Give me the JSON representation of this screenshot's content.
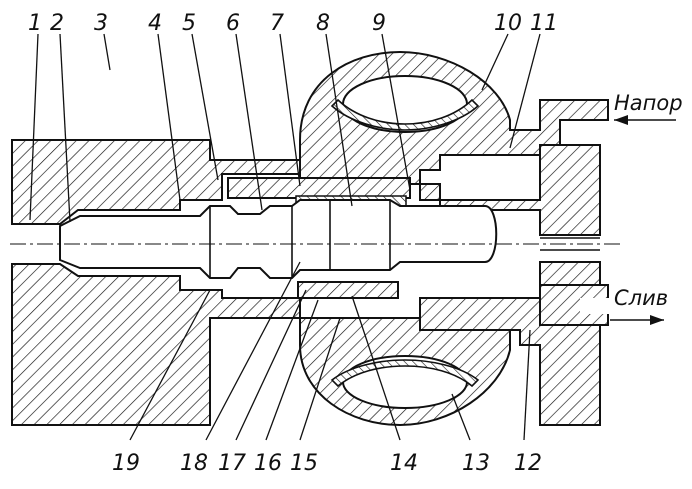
{
  "diagram": {
    "numbers": [
      "1",
      "2",
      "3",
      "4",
      "5",
      "6",
      "7",
      "8",
      "9",
      "10",
      "11",
      "12",
      "13",
      "14",
      "15",
      "16",
      "17",
      "18",
      "19"
    ],
    "words": {
      "pressure": "Напор",
      "drain": "Слив"
    }
  }
}
